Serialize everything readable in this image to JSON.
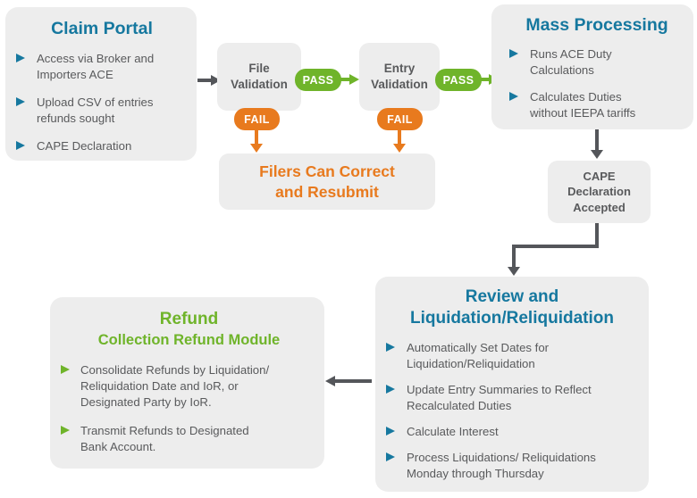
{
  "colors": {
    "teal": "#16789F",
    "green": "#6FB42A",
    "orange": "#E87A1E",
    "text_gray": "#595A5C",
    "arrow_gray": "#54565A",
    "box_background": "#EDEDED"
  },
  "badges": {
    "pass": "PASS",
    "fail": "FAIL"
  },
  "nodes": {
    "claim_portal": {
      "title": "Claim Portal",
      "bullets": [
        "Access via Broker and\nImporters ACE",
        "Upload CSV of entries\nrefunds sought",
        "CAPE Declaration"
      ]
    },
    "file_validation": {
      "label": "File\nValidation"
    },
    "entry_validation": {
      "label": "Entry\nValidation"
    },
    "mass_processing": {
      "title": "Mass Processing",
      "bullets": [
        "Runs ACE Duty\nCalculations",
        "Calculates Duties\nwithout IEEPA tariffs"
      ]
    },
    "filers_correct": {
      "label": "Filers Can Correct\nand Resubmit"
    },
    "cape_accepted": {
      "label": "CAPE\nDeclaration\nAccepted"
    },
    "review_liquidation": {
      "title": "Review and\nLiquidation/Reliquidation",
      "bullets": [
        "Automatically Set Dates for\nLiquidation/Reliquidation",
        "Update Entry Summaries to Reflect\nRecalculated Duties",
        "Calculate Interest",
        "Process Liquidations/ Reliquidations\nMonday through Thursday"
      ]
    },
    "refund": {
      "title": "Refund",
      "subtitle": "Collection Refund Module",
      "bullets": [
        "Consolidate Refunds by Liquidation/\nReliquidation Date and IoR, or\nDesignated Party by IoR.",
        "Transmit Refunds to Designated\nBank Account."
      ]
    }
  }
}
